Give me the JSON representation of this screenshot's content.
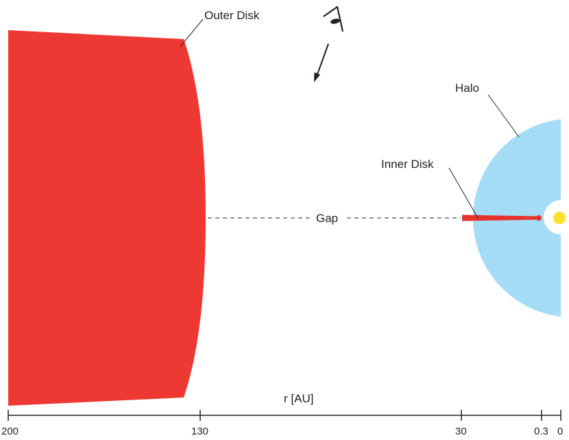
{
  "labels": {
    "outer_disk": "Outer Disk",
    "halo": "Halo",
    "inner_disk": "Inner Disk",
    "gap": "Gap",
    "axis": "r [AU]"
  },
  "axis_ticks": [
    "200",
    "130",
    "30",
    "0.3",
    "0"
  ],
  "colors": {
    "outer_disk": "#ee3833",
    "halo": "#a5dcf6",
    "inner_disk": "#e6332a",
    "star": "#fce030",
    "ink": "#231f20"
  },
  "icons": [
    "eye-icon",
    "viewing-direction-arrow"
  ]
}
